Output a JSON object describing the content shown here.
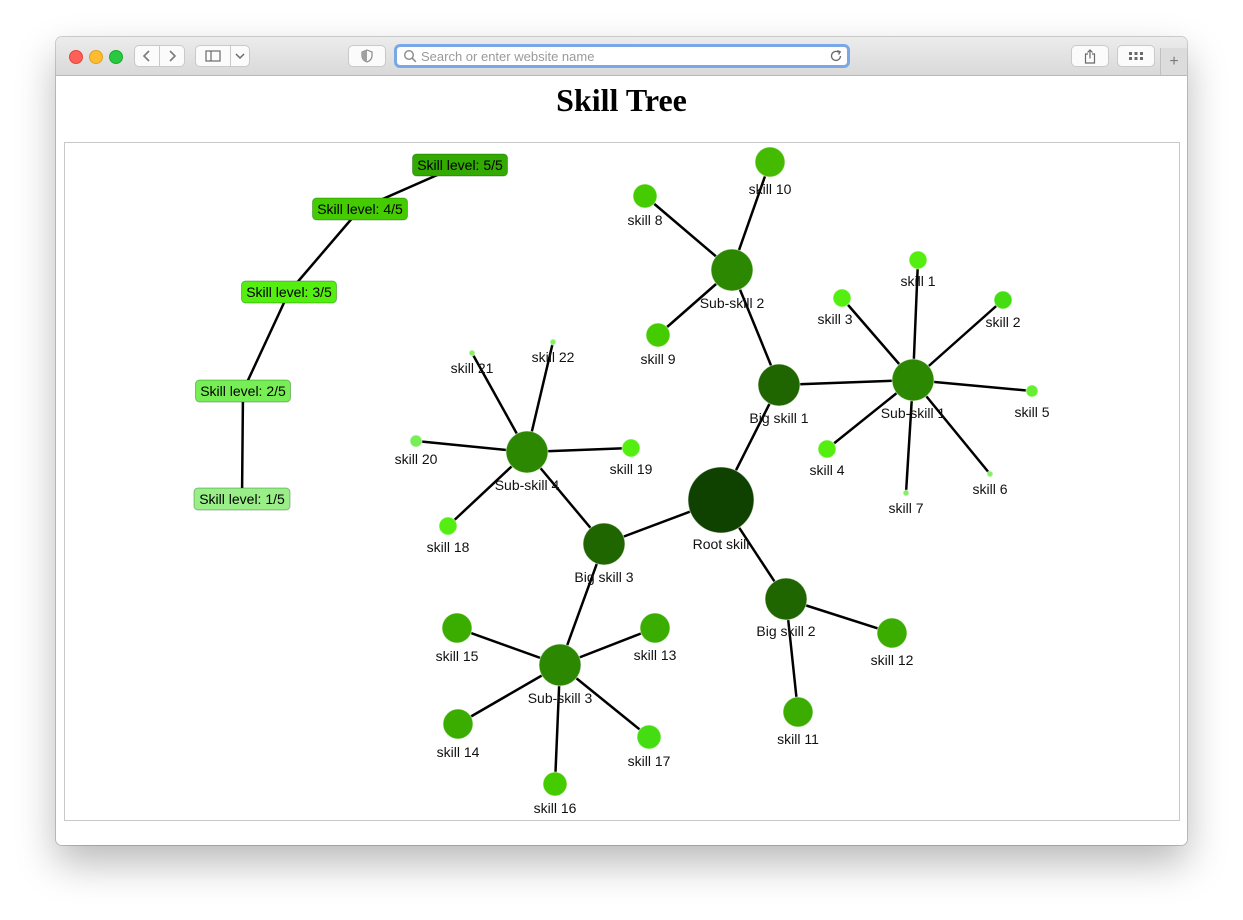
{
  "browser": {
    "search_placeholder": "Search or enter website name",
    "reload_icon": "reload-icon",
    "new_tab_label": "+"
  },
  "page": {
    "title": "Skill Tree"
  },
  "legend": [
    {
      "label": "Skill level: 5/5",
      "color": "#33aa00"
    },
    {
      "label": "Skill level: 4/5",
      "color": "#44cc00"
    },
    {
      "label": "Skill level: 3/5",
      "color": "#55ee11"
    },
    {
      "label": "Skill level: 2/5",
      "color": "#77ee55"
    },
    {
      "label": "Skill level: 1/5",
      "color": "#99ee88"
    }
  ],
  "tree": {
    "nodes": [
      {
        "id": "root",
        "label": "Root skill",
        "color": "#0f4200"
      },
      {
        "id": "big1",
        "label": "Big skill 1",
        "color": "#1f6500"
      },
      {
        "id": "big2",
        "label": "Big skill 2",
        "color": "#1f6500"
      },
      {
        "id": "big3",
        "label": "Big skill 3",
        "color": "#1f6500"
      },
      {
        "id": "sub1",
        "label": "Sub-skill 1",
        "color": "#2b8800"
      },
      {
        "id": "sub2",
        "label": "Sub-skill 2",
        "color": "#2b8800"
      },
      {
        "id": "sub3",
        "label": "Sub-skill 3",
        "color": "#2b8800"
      },
      {
        "id": "sub4",
        "label": "Sub-skill 4",
        "color": "#2b8800"
      },
      {
        "id": "s1",
        "label": "skill 1",
        "color": "#55ee11"
      },
      {
        "id": "s2",
        "label": "skill 2",
        "color": "#44dd11"
      },
      {
        "id": "s3",
        "label": "skill 3",
        "color": "#55ee11"
      },
      {
        "id": "s4",
        "label": "skill 4",
        "color": "#55ee11"
      },
      {
        "id": "s5",
        "label": "skill 5",
        "color": "#66ee33"
      },
      {
        "id": "s6",
        "label": "skill 6",
        "color": "#88ee66"
      },
      {
        "id": "s7",
        "label": "skill 7",
        "color": "#88ee66"
      },
      {
        "id": "s8",
        "label": "skill 8",
        "color": "#44cc00"
      },
      {
        "id": "s9",
        "label": "skill 9",
        "color": "#44cc00"
      },
      {
        "id": "s10",
        "label": "skill 10",
        "color": "#44bb00"
      },
      {
        "id": "s11",
        "label": "skill 11",
        "color": "#3aad00"
      },
      {
        "id": "s12",
        "label": "skill 12",
        "color": "#3aad00"
      },
      {
        "id": "s13",
        "label": "skill 13",
        "color": "#3aad00"
      },
      {
        "id": "s14",
        "label": "skill 14",
        "color": "#3aad00"
      },
      {
        "id": "s15",
        "label": "skill 15",
        "color": "#3aad00"
      },
      {
        "id": "s16",
        "label": "skill 16",
        "color": "#44cc00"
      },
      {
        "id": "s17",
        "label": "skill 17",
        "color": "#44dd11"
      },
      {
        "id": "s18",
        "label": "skill 18",
        "color": "#55ee11"
      },
      {
        "id": "s19",
        "label": "skill 19",
        "color": "#55ee11"
      },
      {
        "id": "s20",
        "label": "skill 20",
        "color": "#77ee55"
      },
      {
        "id": "s21",
        "label": "skill 21",
        "color": "#88ee66"
      },
      {
        "id": "s22",
        "label": "skill 22",
        "color": "#88ee66"
      }
    ],
    "edges": [
      [
        "root",
        "big1"
      ],
      [
        "root",
        "big2"
      ],
      [
        "root",
        "big3"
      ],
      [
        "big1",
        "sub1"
      ],
      [
        "big1",
        "sub2"
      ],
      [
        "big3",
        "sub3"
      ],
      [
        "big3",
        "sub4"
      ],
      [
        "sub1",
        "s1"
      ],
      [
        "sub1",
        "s2"
      ],
      [
        "sub1",
        "s3"
      ],
      [
        "sub1",
        "s4"
      ],
      [
        "sub1",
        "s5"
      ],
      [
        "sub1",
        "s6"
      ],
      [
        "sub1",
        "s7"
      ],
      [
        "sub2",
        "s8"
      ],
      [
        "sub2",
        "s9"
      ],
      [
        "sub2",
        "s10"
      ],
      [
        "big2",
        "s11"
      ],
      [
        "big2",
        "s12"
      ],
      [
        "sub3",
        "s13"
      ],
      [
        "sub3",
        "s14"
      ],
      [
        "sub3",
        "s15"
      ],
      [
        "sub3",
        "s16"
      ],
      [
        "sub3",
        "s17"
      ],
      [
        "sub4",
        "s18"
      ],
      [
        "sub4",
        "s19"
      ],
      [
        "sub4",
        "s20"
      ],
      [
        "sub4",
        "s21"
      ],
      [
        "sub4",
        "s22"
      ]
    ]
  }
}
